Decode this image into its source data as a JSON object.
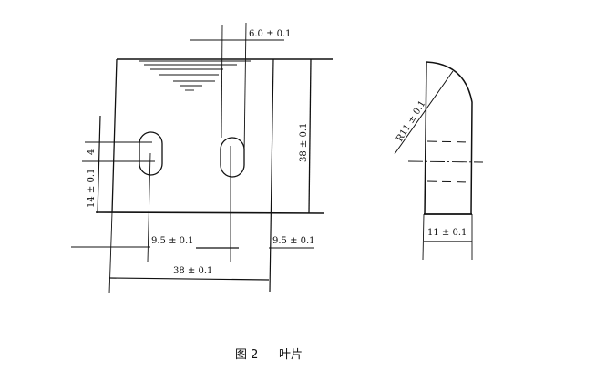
{
  "drawing": {
    "front_view": {
      "dim_slot_width": "6.0 ± 0.1",
      "dim_height": "38 ± 0.1",
      "dim_slot_length": "4",
      "dim_slot_center_height": "14 ± 0.1",
      "dim_left_offset": "9.5 ± 0.1",
      "dim_right_offset": "9.5 ± 0.1",
      "dim_width": "38 ± 0.1"
    },
    "side_view": {
      "dim_radius": "R11 ± 0.1",
      "dim_thickness": "11 ± 0.1"
    },
    "caption": {
      "figure_number": "图 2",
      "title": "叶片"
    }
  }
}
